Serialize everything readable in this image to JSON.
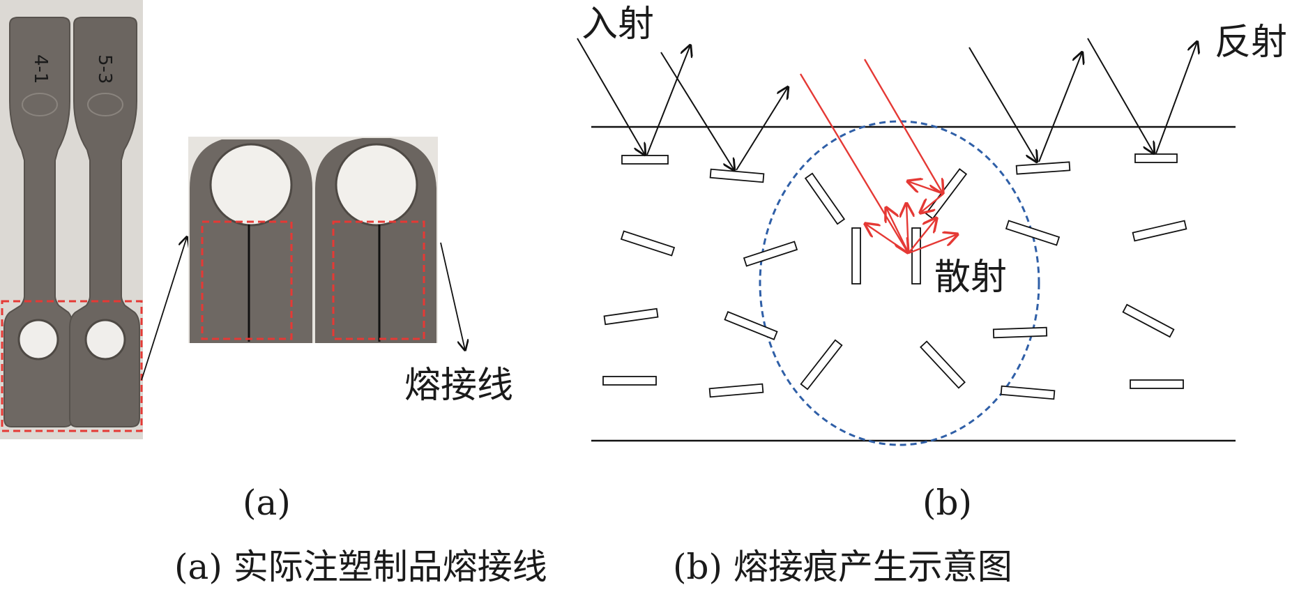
{
  "panel_a": {
    "sample_label_left": "4-1",
    "sample_label_right": "5-3",
    "weld_line_label": "熔接线",
    "panel_label": "(a)"
  },
  "panel_b": {
    "incident_label": "入射",
    "reflect_label": "反射",
    "scatter_label": "散射",
    "panel_label": "(b)"
  },
  "caption": {
    "part_a": "(a) 实际注塑制品熔接线",
    "part_b": "(b) 熔接痕产生示意图"
  },
  "colors": {
    "specimen": "#6b6560",
    "specimen_dark": "#4e4944",
    "dashed_box": "#e53935",
    "red_arrow": "#e53935",
    "blue_circle": "#2f5fa7",
    "line": "#111111"
  }
}
